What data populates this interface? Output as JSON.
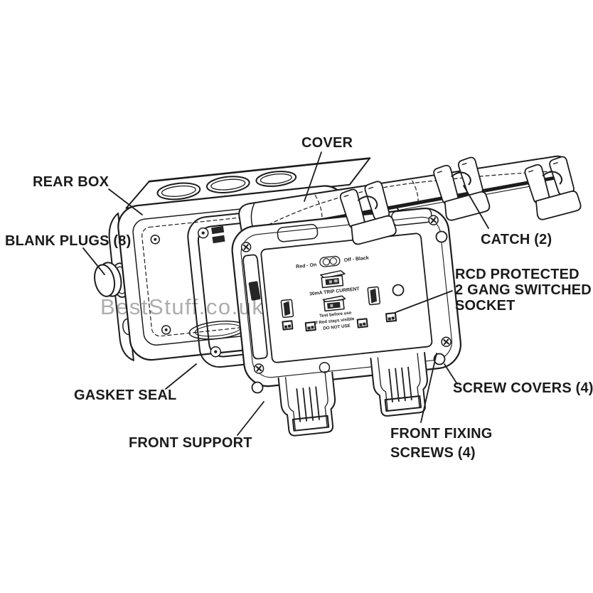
{
  "canvas": {
    "background": "#ffffff",
    "ink": "#1c1c1c"
  },
  "watermark": {
    "text": "BestStuff.co.uk"
  },
  "labels": {
    "rear_box": "REAR BOX",
    "blank_plugs": "BLANK PLUGS (8)",
    "cover": "COVER",
    "catch": "CATCH (2)",
    "rcd_line1": "RCD PROTECTED",
    "rcd_line2": "2 GANG SWITCHED",
    "rcd_line3": "SOCKET",
    "gasket_seal": "GASKET SEAL",
    "front_support": "FRONT SUPPORT",
    "screw_covers": "SCREW COVERS (4)",
    "front_fixing_line1": "FRONT FIXING",
    "front_fixing_line2": "SCREWS (4)"
  },
  "socket_face": {
    "indicator_left": "Red - On",
    "indicator_right": "Off - Black",
    "trip_label": "30mA TRIP CURRENT",
    "warning_lines": [
      "Test before use",
      "If Red stays visible",
      "DO NOT USE"
    ]
  }
}
